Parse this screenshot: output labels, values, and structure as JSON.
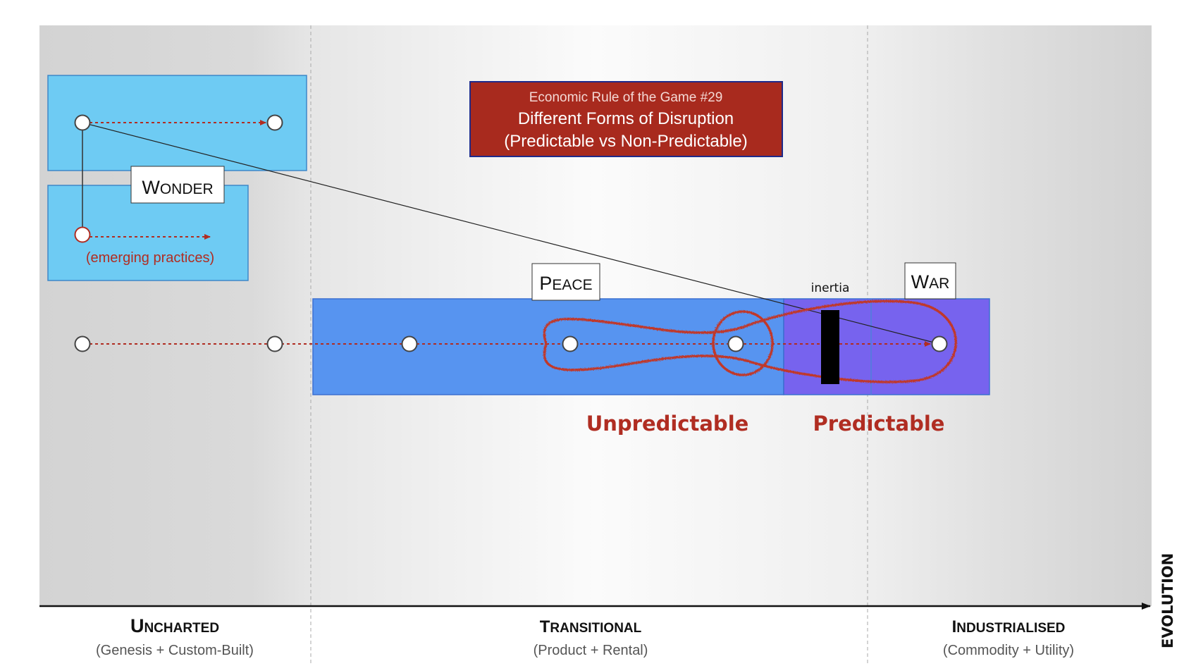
{
  "title_box": {
    "line1": "Economic Rule of the Game #29",
    "line2": "Different Forms of Disruption",
    "line3": "(Predictable vs Non-Predictable)"
  },
  "labels": {
    "wonder": {
      "first": "W",
      "rest": "ONDER"
    },
    "peace": {
      "first": "P",
      "rest": "EACE"
    },
    "war": {
      "first": "W",
      "rest": "AR"
    },
    "emerging": "(emerging practices)",
    "inertia": "inertia",
    "unpredictable": "Unpredictable",
    "predictable": "Predictable"
  },
  "axis": {
    "evolution": "EVOLUTION",
    "stages": [
      {
        "first": "U",
        "rest": "NCHARTED",
        "sub": "(Genesis + Custom-Built)"
      },
      {
        "first": "T",
        "rest": "RANSITIONAL",
        "sub": "(Product + Rental)"
      },
      {
        "first": "I",
        "rest": "NDUSTRIALISED",
        "sub": "(Commodity + Utility)"
      }
    ]
  },
  "colors": {
    "title_bg": "#A82A1E",
    "title_border": "#1E2A8A",
    "wonder_box": "#6ECBF3",
    "peace_box": "#5794F0",
    "war_box": "#7763EE",
    "accent_red": "#B02D22",
    "inertia_bar": "#000000",
    "axis": "#111111"
  }
}
